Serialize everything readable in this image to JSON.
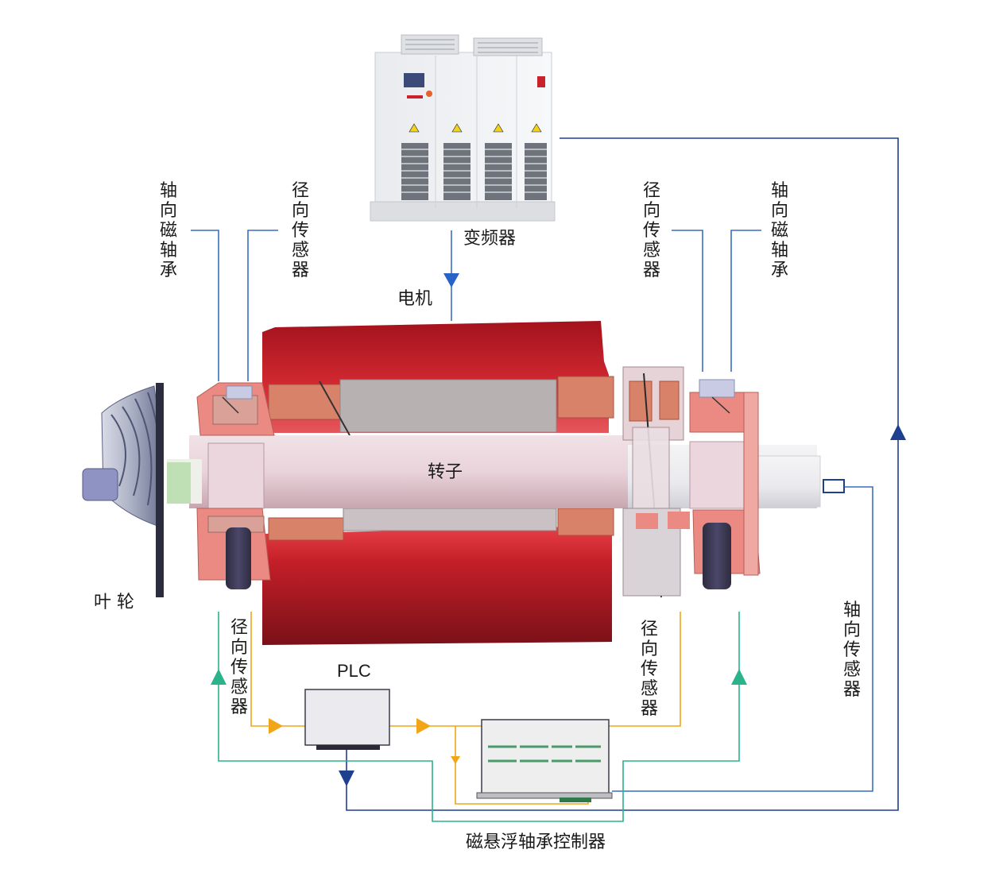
{
  "labels": {
    "inverter": "变频器",
    "motor": "电机",
    "rotor": "转子",
    "impeller": "叶 轮",
    "plc": "PLC",
    "controller": "磁悬浮轴承控制器",
    "left_axial_bearing": "轴向磁轴承",
    "left_radial_sensor_top": "径向传感器",
    "right_radial_sensor_top": "径向传感器",
    "right_axial_bearing": "轴向磁轴承",
    "left_radial_sensor_bottom": "径向传感器",
    "right_radial_sensor_bottom": "径向传感器",
    "axial_sensor": "轴向传感器"
  },
  "colors": {
    "blue_line": "#1f3f8f",
    "light_blue_line": "#3a6fc0",
    "orange_line": "#f2a516",
    "teal_line": "#2bb38c",
    "stator_red": "#c8232c",
    "coil_copper": "#d9826a"
  }
}
